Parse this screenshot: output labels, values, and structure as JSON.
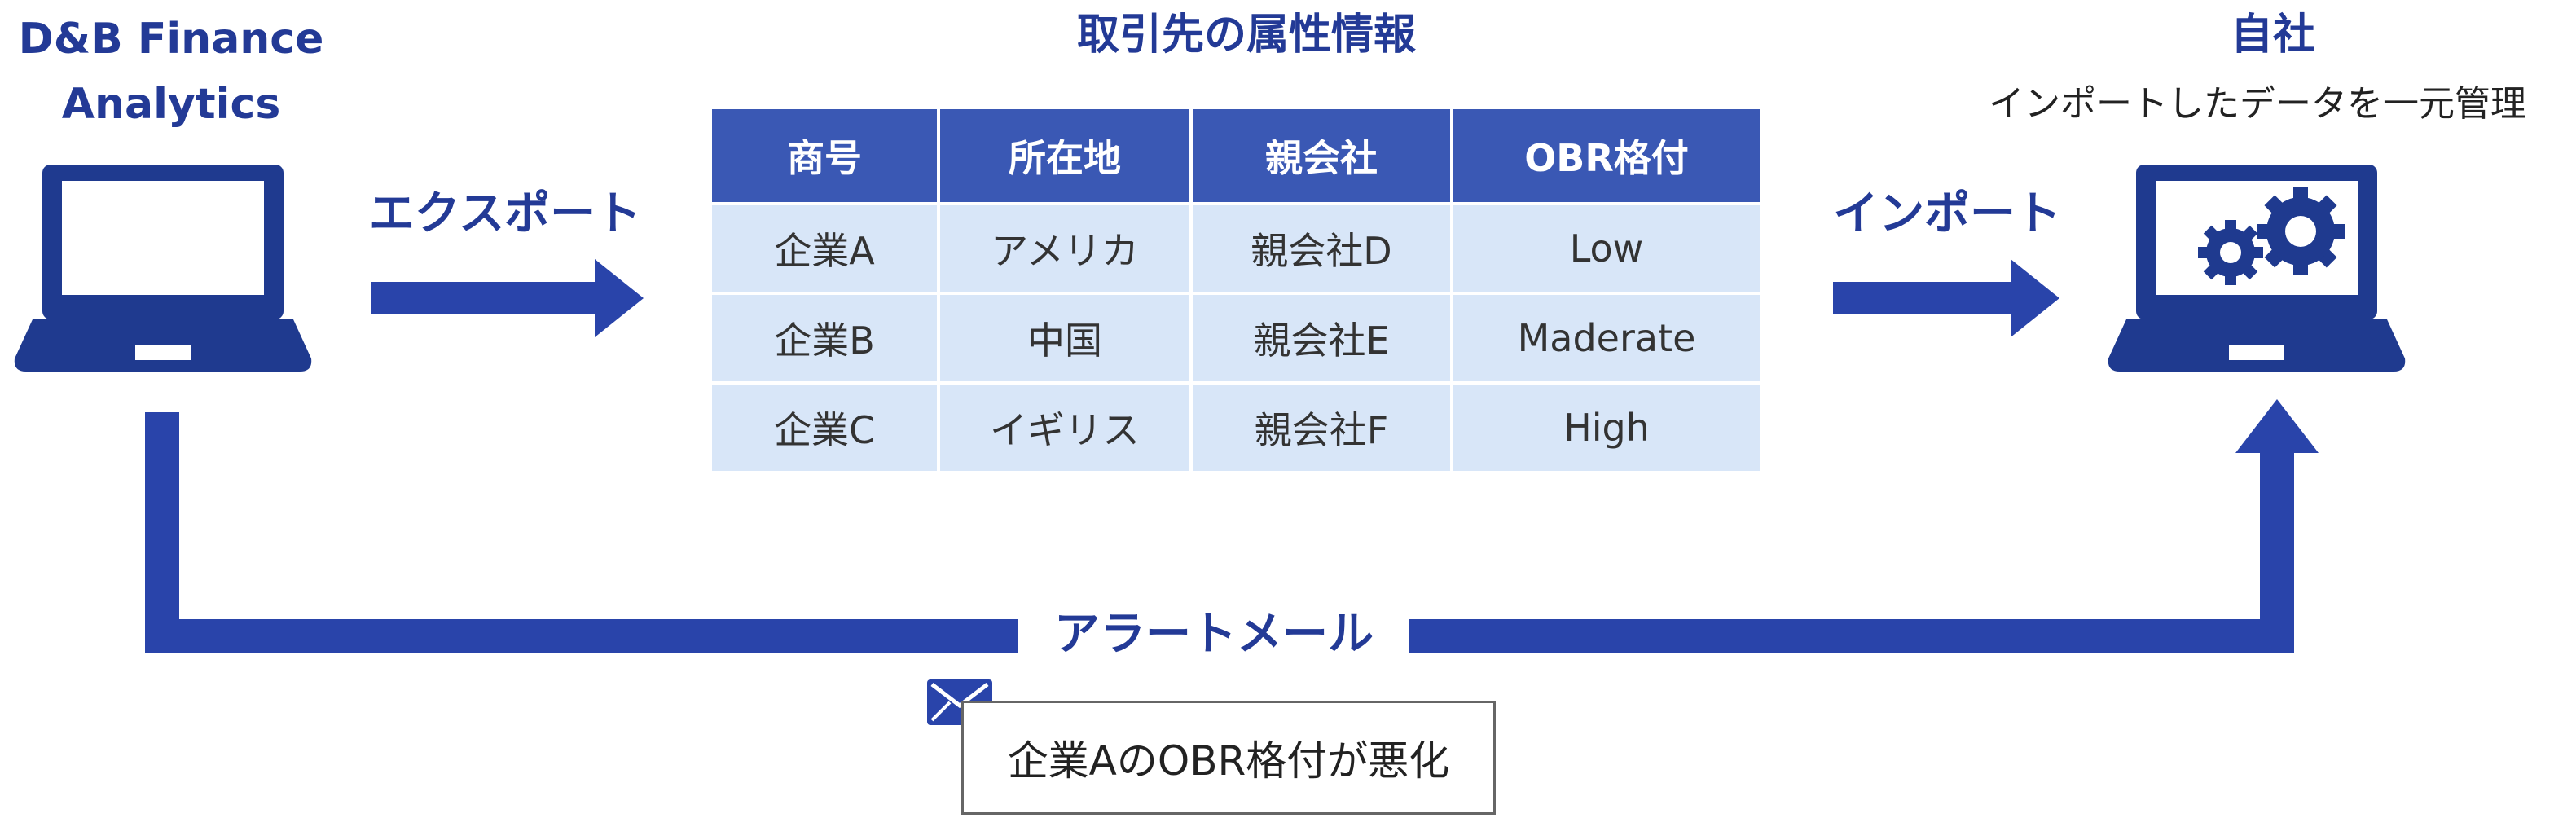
{
  "left_node": {
    "title_line1": "D&B Finance",
    "title_line2": "Analytics",
    "icon": "laptop-icon"
  },
  "center": {
    "title": "取引先の属性情報",
    "table": {
      "headers": [
        "商号",
        "所在地",
        "親会社",
        "OBR格付"
      ],
      "rows": [
        [
          "企業A",
          "アメリカ",
          "親会社D",
          "Low"
        ],
        [
          "企業B",
          "中国",
          "親会社E",
          "Maderate"
        ],
        [
          "企業C",
          "イギリス",
          "親会社F",
          "High"
        ]
      ]
    }
  },
  "right_node": {
    "title": "自社",
    "subtitle": "インポートしたデータを一元管理",
    "icon": "laptop-gears-icon"
  },
  "arrows": {
    "export_label": "エクスポート",
    "import_label": "インポート",
    "alert_label": "アラートメール"
  },
  "mail": {
    "icon": "envelope-icon",
    "message": "企業AのOBR格付が悪化"
  },
  "colors": {
    "navy": "#233a96",
    "header_blue": "#3a58b4",
    "cell_bg": "#d8e6f8",
    "laptop": "#1f3a8f"
  }
}
